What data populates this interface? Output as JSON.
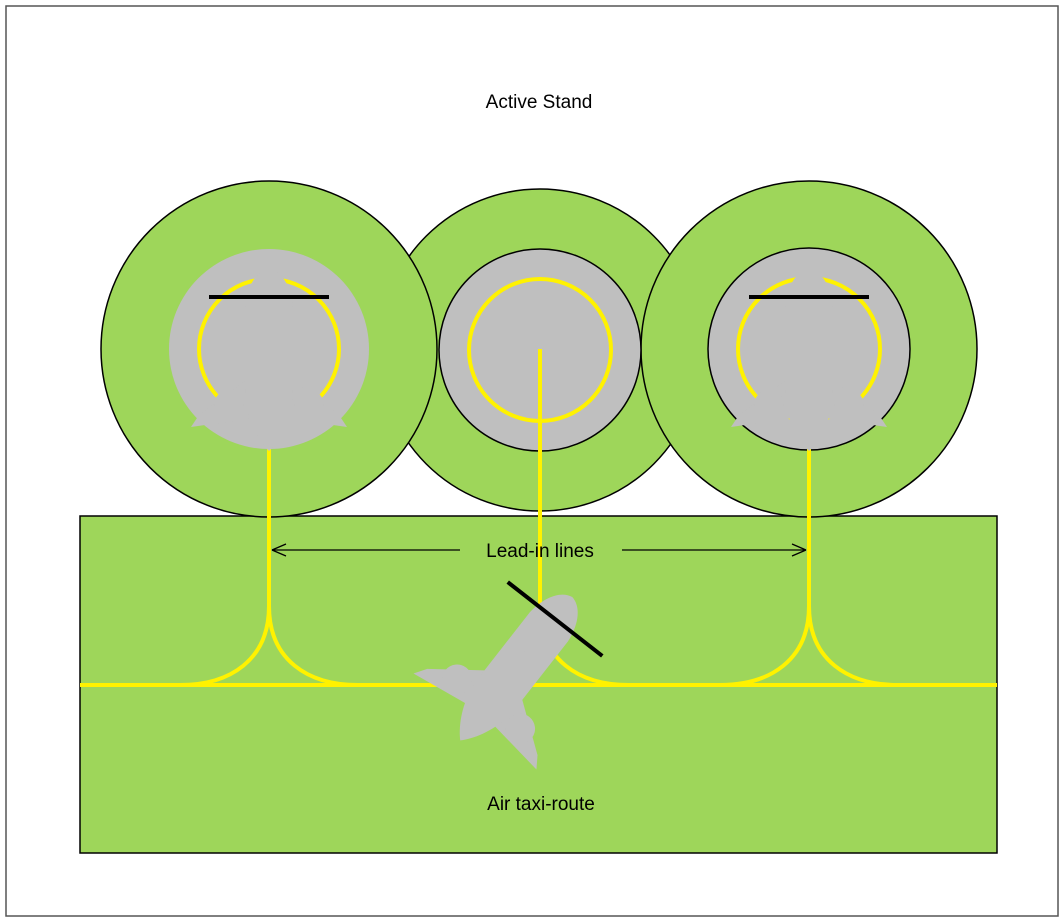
{
  "labels": {
    "active_stand": "Active Stand",
    "lead_in_lines": "Lead-in lines",
    "air_taxi_route": "Air taxi-route"
  },
  "colors": {
    "grass": "#9ED65A",
    "pad": "#BFBFBF",
    "marking": "#FFF200",
    "outline": "#000000",
    "background": "#FFFFFF"
  },
  "stands": [
    {
      "id": "left",
      "occupied": true
    },
    {
      "id": "center",
      "occupied": false
    },
    {
      "id": "right",
      "occupied": true
    }
  ],
  "icons": {
    "parked_aircraft": "evtol-aircraft-icon",
    "taxiing_aircraft": "evtol-aircraft-icon"
  }
}
